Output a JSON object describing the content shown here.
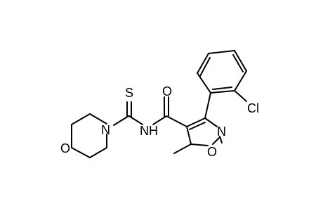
{
  "molecule": {
    "atoms": {
      "o_morpholine": "O",
      "n_morpholine": "N",
      "s_thione": "S",
      "n_amide": "NH",
      "o_carbonyl": "O",
      "n_isoxazole": "N",
      "o_isoxazole": "O",
      "cl": "Cl"
    }
  }
}
